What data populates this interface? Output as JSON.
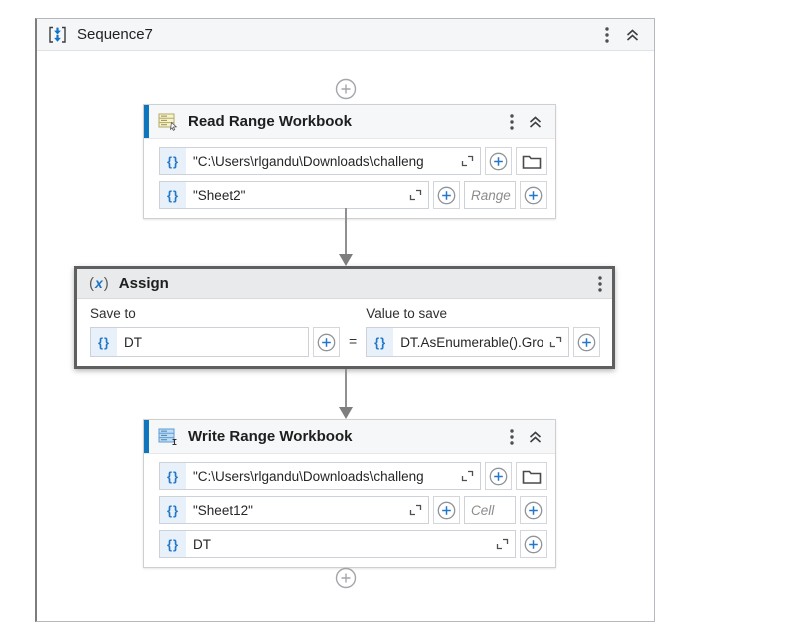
{
  "sequence": {
    "title": "Sequence7"
  },
  "icons": {
    "braces": "{}",
    "paren_open": "(",
    "assign_x": "x",
    "paren_close": ")"
  },
  "activities": {
    "read_range": {
      "title": "Read Range Workbook",
      "file_path": "\"C:\\Users\\rlgandu\\Downloads\\challeng",
      "sheet": "\"Sheet2\"",
      "range_placeholder": "Range"
    },
    "assign": {
      "title": "Assign",
      "save_to_label": "Save to",
      "value_label": "Value to save",
      "equals": "=",
      "save_to_value": "DT",
      "value_to_save": "DT.AsEnumerable().Gro"
    },
    "write_range": {
      "title": "Write Range Workbook",
      "file_path": "\"C:\\Users\\rlgandu\\Downloads\\challeng",
      "sheet": "\"Sheet12\"",
      "cell_placeholder": "Cell",
      "data_value": "DT"
    }
  },
  "colors": {
    "accent_blue": "#0f75bd",
    "icon_blue": "#2277c9",
    "selected_border": "#5f5f5f"
  }
}
